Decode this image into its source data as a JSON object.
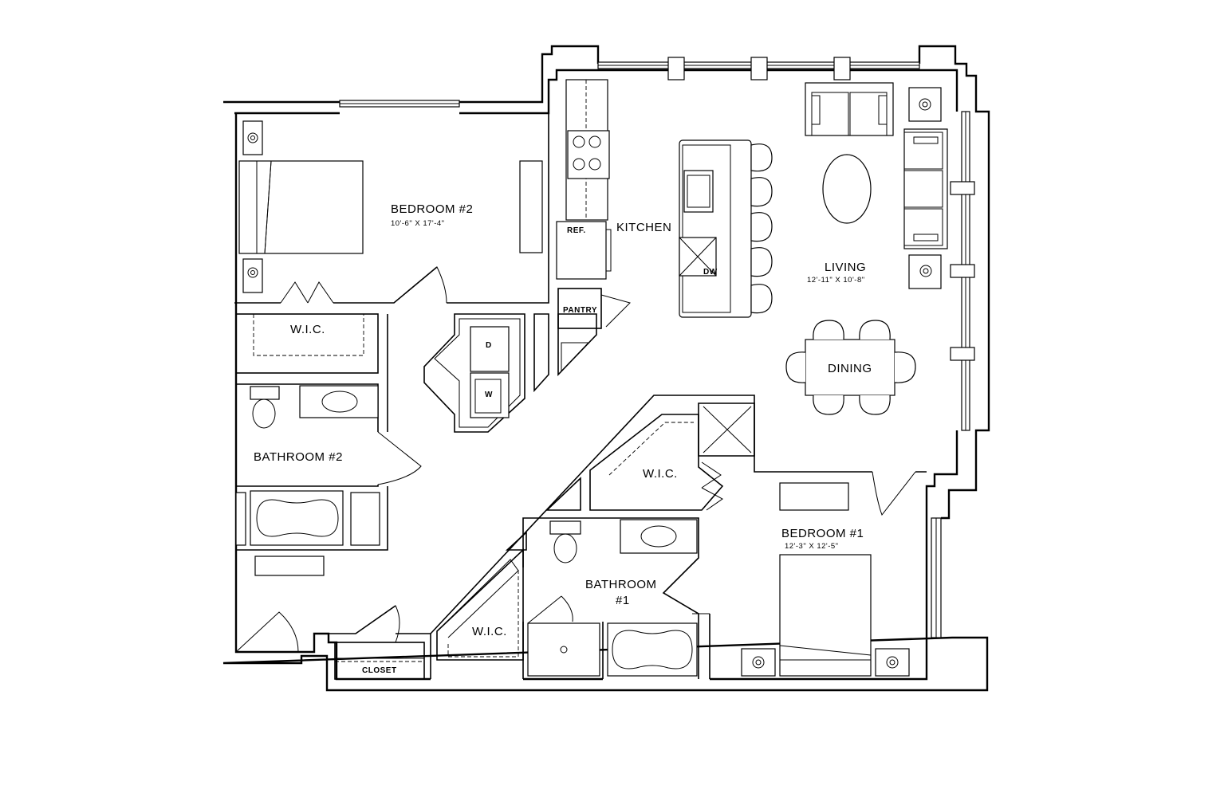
{
  "rooms": {
    "bedroom2": {
      "name": "BEDROOM #2",
      "dims": "10'-6\" X 17'-4\""
    },
    "kitchen": {
      "name": "KITCHEN"
    },
    "living": {
      "name": "LIVING",
      "dims": "12'-11\" X 10'-8\""
    },
    "dining": {
      "name": "DINING"
    },
    "wic_bed2": {
      "name": "W.I.C."
    },
    "bathroom2": {
      "name": "BATHROOM #2"
    },
    "wic_center": {
      "name": "W.I.C."
    },
    "bedroom1": {
      "name": "BEDROOM #1",
      "dims": "12'-3\" X 12'-5\""
    },
    "bathroom1": {
      "line1": "BATHROOM",
      "line2": "#1"
    },
    "wic_bath1": {
      "name": "W.I.C."
    },
    "closet": {
      "name": "CLOSET"
    },
    "pantry": {
      "name": "PANTRY"
    }
  },
  "appliances": {
    "refrigerator": "REF.",
    "dishwasher": "DW",
    "dryer": "D",
    "washer": "W"
  }
}
